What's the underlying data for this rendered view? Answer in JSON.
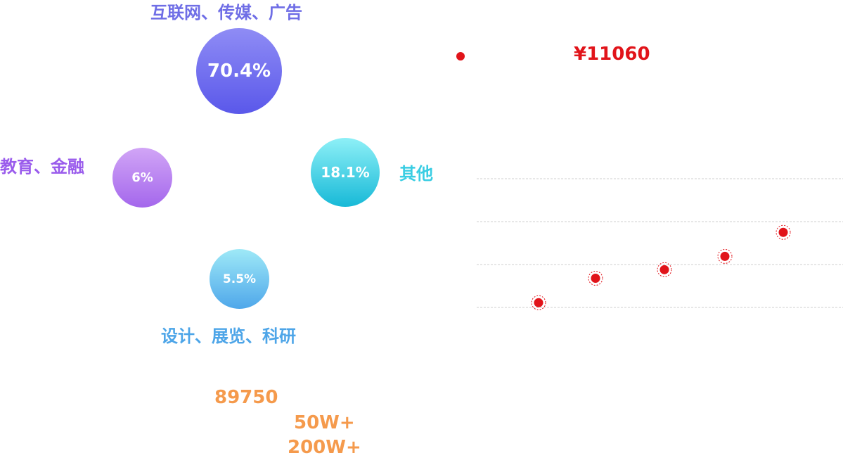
{
  "chart_data": [
    {
      "type": "bubble",
      "bubbles": [
        {
          "label": "互联网、传媒、广告",
          "value_label": "70.4%",
          "value": 70.4,
          "color": "#6f6ee6"
        },
        {
          "label": "教育、金融",
          "value_label": "6%",
          "value": 6,
          "color": "#9a5cec"
        },
        {
          "label": "其他",
          "value_label": "18.1%",
          "value": 18.1,
          "color": "#39cde3"
        },
        {
          "label": "设计、展览、科研",
          "value_label": "5.5%",
          "value": 5.5,
          "color": "#4da5e8"
        }
      ]
    },
    {
      "type": "scatter",
      "legend_value": "¥11060",
      "point_color": "#e1141a",
      "grid": true,
      "points_relative": [
        0.11,
        0.68,
        0.88,
        1.19,
        1.75
      ]
    }
  ],
  "figures": {
    "first": "89750",
    "second": "50W+",
    "third": "200W+"
  }
}
